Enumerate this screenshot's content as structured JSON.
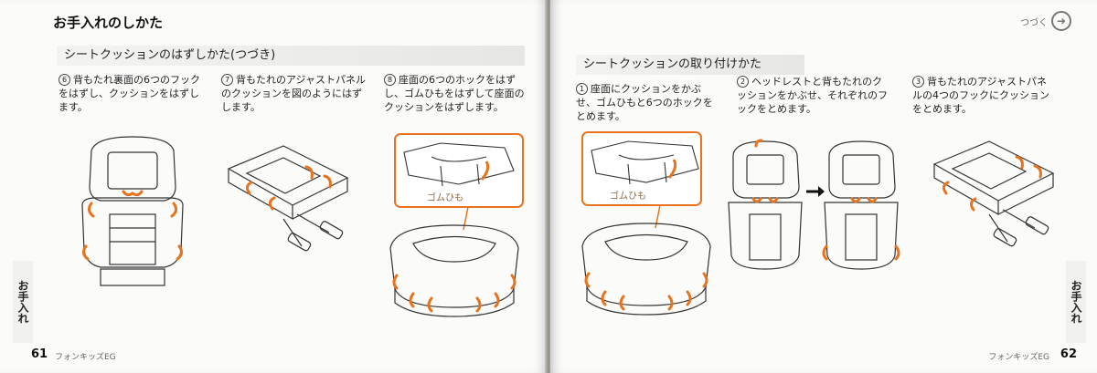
{
  "left_page": {
    "main_title": "お手入れのしかた",
    "section_title": "シートクッションのはずしかた(つづき)",
    "steps": [
      {
        "number": "6",
        "text": "背もたれ裏面の6つのフックをはずし、クッションをはずします。"
      },
      {
        "number": "7",
        "text": "背もたれのアジャストパネルのクッションを図のようにはずします。"
      },
      {
        "number": "8",
        "text": "座面の6つのホックをはずし、ゴムひもをはずして座面のクッションをはずします。"
      }
    ],
    "callout_label": "ゴムひも",
    "side_tab": "お手入れ",
    "page_number": "61",
    "footer_name": "フォンキッズEG"
  },
  "right_page": {
    "continue_label": "つづく",
    "section_title": "シートクッションの取り付けかた",
    "steps": [
      {
        "number": "1",
        "text": "座面にクッションをかぶせ、ゴムひもと6つのホックをとめます。"
      },
      {
        "number": "2",
        "text": "ヘッドレストと背もたれのクッションをかぶせ、それぞれのフックをとめます。"
      },
      {
        "number": "3",
        "text": "背もたれのアジャストパネルの4つのフックにクッションをとめます。"
      }
    ],
    "callout_label": "ゴムひも",
    "side_tab": "お手入れ",
    "page_number": "62",
    "footer_name": "フォンキッズEG"
  },
  "colors": {
    "accent": "#e8731f",
    "line": "#333333",
    "bar": "#e6e6e4"
  }
}
